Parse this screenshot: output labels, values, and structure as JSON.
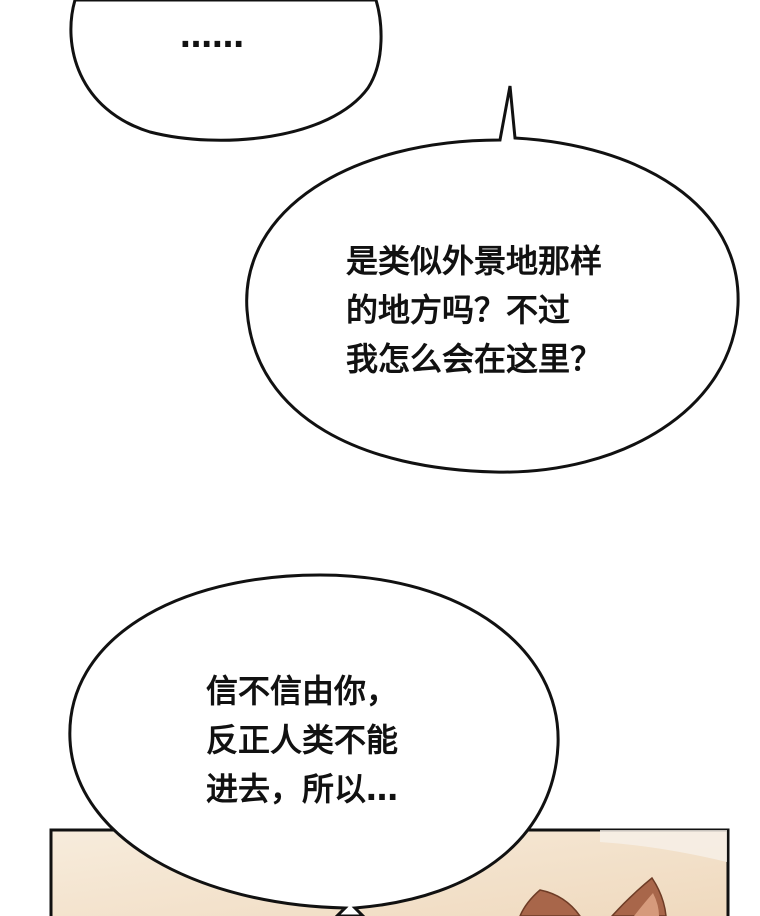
{
  "bubbles": [
    {
      "lines": [
        "……"
      ]
    },
    {
      "lines": [
        "是类似外景地那样",
        "的地方吗？不过",
        "我怎么会在这里？"
      ]
    },
    {
      "lines": [
        "信不信由你，",
        "反正人类不能",
        "进去，所以…"
      ]
    }
  ],
  "colors": {
    "ink": "#111111",
    "bubble_fill": "#ffffff",
    "panel_fill": "#f3e4cf",
    "creature_fill": "#a8664a"
  }
}
